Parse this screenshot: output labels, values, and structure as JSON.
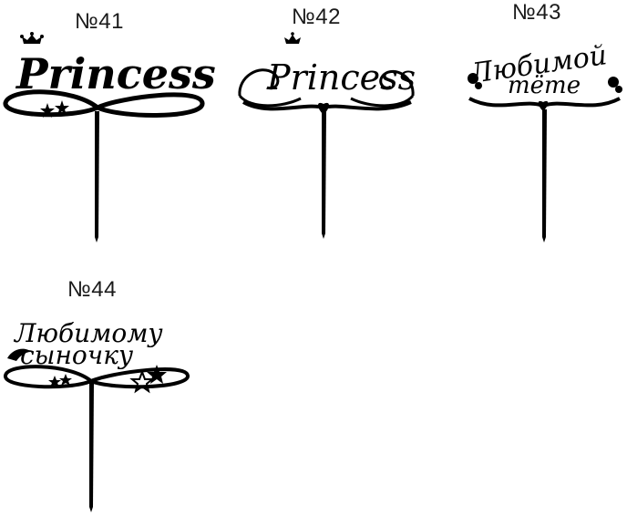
{
  "toppers": [
    {
      "number": "№41",
      "text": "Princess"
    },
    {
      "number": "№42",
      "text": "Princess"
    },
    {
      "number": "№43",
      "line1": "Любимой",
      "line2": "тёте"
    },
    {
      "number": "№44",
      "line1": "Любимому",
      "line2": "сыночку"
    }
  ],
  "colors": {
    "ink": "#000000",
    "label": "#1a1a1a",
    "background": "#ffffff"
  }
}
